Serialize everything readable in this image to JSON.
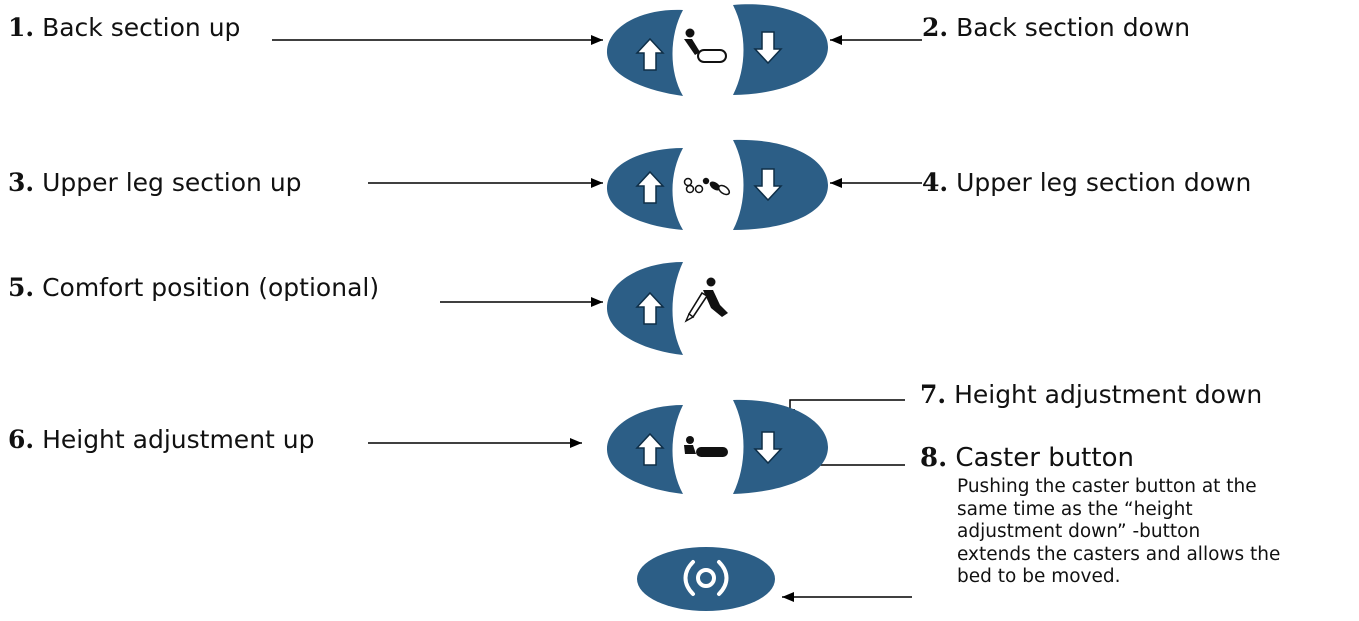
{
  "items": [
    {
      "number": "1.",
      "label": "Back section up"
    },
    {
      "number": "2.",
      "label": "Back section down"
    },
    {
      "number": "3.",
      "label": "Upper leg section up"
    },
    {
      "number": "4.",
      "label": "Upper leg section down"
    },
    {
      "number": "5.",
      "label": "Comfort position (optional)"
    },
    {
      "number": "6.",
      "label": "Height adjustment up"
    },
    {
      "number": "7.",
      "label": "Height adjustment down"
    },
    {
      "number": "8.",
      "label": "Caster button"
    }
  ],
  "caster_note_lines": [
    "Pushing the caster button at the",
    "same time as the “height",
    "adjustment down” -button",
    "extends the casters and allows the",
    "bed to be moved."
  ],
  "colors": {
    "button_fill": "#2c5e86",
    "button_highlight": "#ffffff",
    "arrow": "#000000",
    "text": "#111111"
  },
  "icons": {
    "button_row_1": [
      "up-arrow-icon",
      "back-section-icon",
      "down-arrow-icon"
    ],
    "button_row_2": [
      "up-arrow-icon",
      "upper-leg-section-icon",
      "down-arrow-icon"
    ],
    "button_row_3": [
      "up-arrow-icon",
      "comfort-position-icon"
    ],
    "button_row_4": [
      "up-arrow-icon",
      "height-adjustment-icon",
      "down-arrow-icon"
    ],
    "button_row_5": [
      "caster-icon"
    ]
  }
}
